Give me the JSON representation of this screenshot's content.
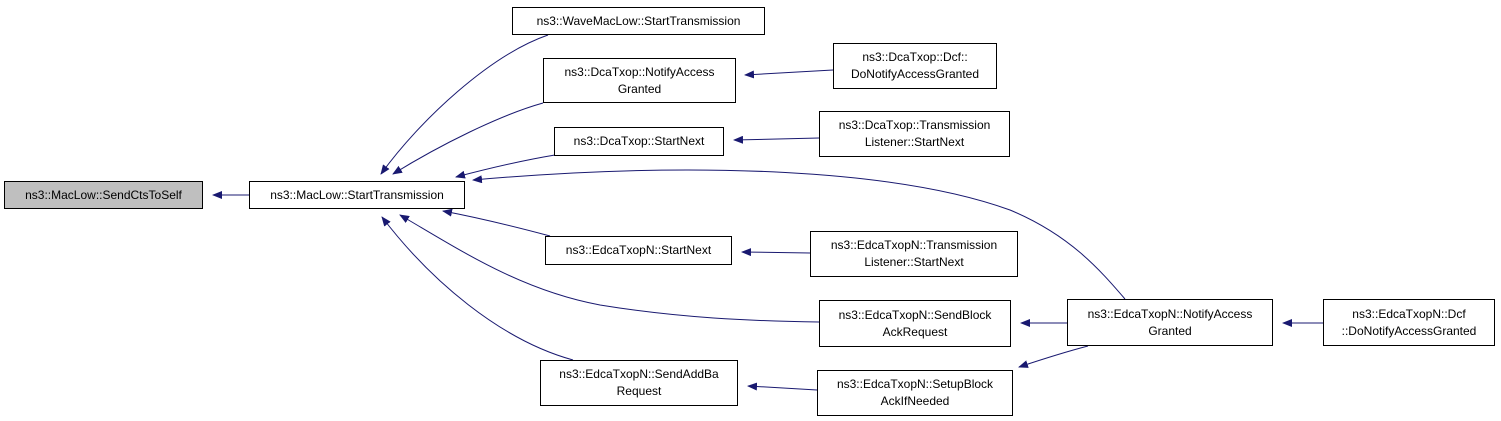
{
  "colors": {
    "edge": "#191970",
    "node_border": "#000000",
    "node_fill": "#ffffff",
    "focus_fill": "#bfbfbf"
  },
  "nodes": {
    "send_cts_to_self": {
      "lines": [
        "ns3::MacLow::SendCtsToSelf"
      ]
    },
    "maclow_start_transmission": {
      "lines": [
        "ns3::MacLow::StartTransmission"
      ]
    },
    "wavemaclow_start_transmission": {
      "lines": [
        "ns3::WaveMacLow::StartTransmission"
      ]
    },
    "dcatxop_notify_access_granted": {
      "lines": [
        "ns3::DcaTxop::NotifyAccess",
        "Granted"
      ]
    },
    "dcatxop_start_next": {
      "lines": [
        "ns3::DcaTxop::StartNext"
      ]
    },
    "edcatxopn_start_next": {
      "lines": [
        "ns3::EdcaTxopN::StartNext"
      ]
    },
    "edcatxopn_send_add_ba_request": {
      "lines": [
        "ns3::EdcaTxopN::SendAddBa",
        "Request"
      ]
    },
    "dcatxop_dcf_do_notify": {
      "lines": [
        "ns3::DcaTxop::Dcf::",
        "DoNotifyAccessGranted"
      ]
    },
    "dcatxop_tl_start_next": {
      "lines": [
        "ns3::DcaTxop::Transmission",
        "Listener::StartNext"
      ]
    },
    "edcatxopn_tl_start_next": {
      "lines": [
        "ns3::EdcaTxopN::Transmission",
        "Listener::StartNext"
      ]
    },
    "edcatxopn_send_block_ack_request": {
      "lines": [
        "ns3::EdcaTxopN::SendBlock",
        "AckRequest"
      ]
    },
    "edcatxopn_setup_block_ack": {
      "lines": [
        "ns3::EdcaTxopN::SetupBlock",
        "AckIfNeeded"
      ]
    },
    "edcatxopn_notify_access_granted": {
      "lines": [
        "ns3::EdcaTxopN::NotifyAccess",
        "Granted"
      ]
    },
    "edcatxopn_dcf_do_notify": {
      "lines": [
        "ns3::EdcaTxopN::Dcf",
        "::DoNotifyAccessGranted"
      ]
    }
  }
}
